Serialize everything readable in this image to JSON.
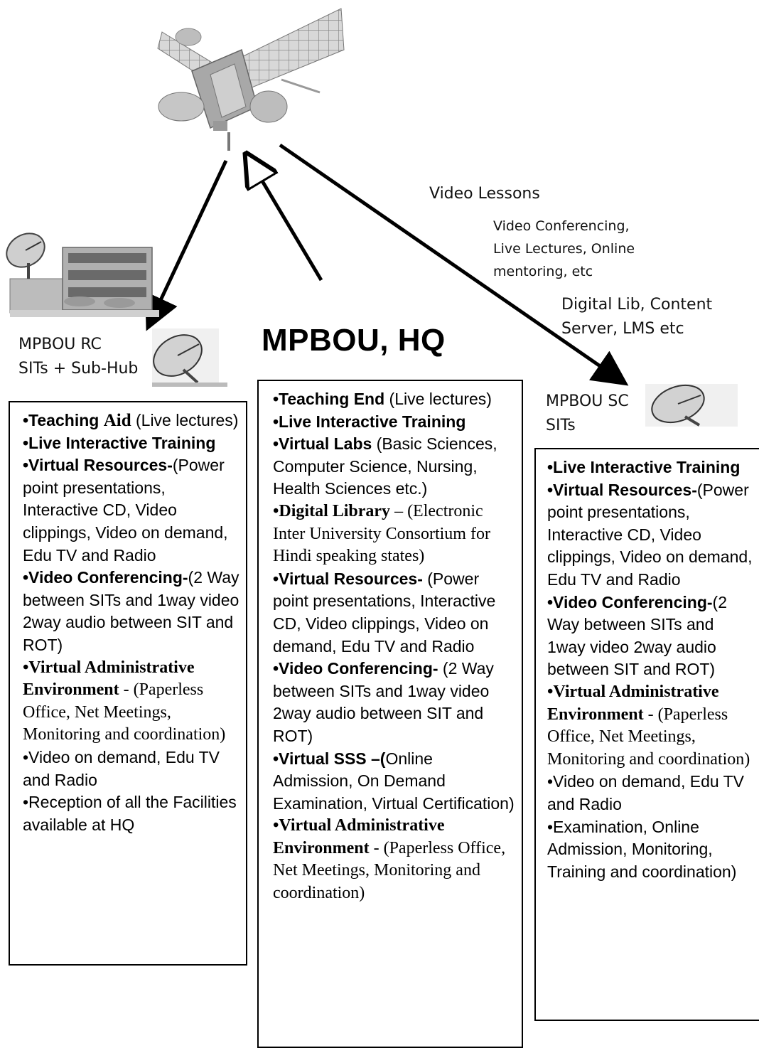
{
  "labels": {
    "hq_title": "MPBOU, HQ",
    "rc_line1": "MPBOU RC",
    "rc_line2": "SITs + Sub-Hub",
    "sc_line1": "MPBOU SC",
    "sc_line2": "SITs",
    "video_lessons": "Video Lessons",
    "vc_line1": "Video Conferencing,",
    "vc_line2": "Live Lectures, Online",
    "vc_line3": "mentoring, etc",
    "dl_line1": "Digital Lib, Content",
    "dl_line2": "Server, LMS etc"
  },
  "icons": [
    "satellite-icon",
    "dish-antenna-icon",
    "building-icon"
  ],
  "colors": {
    "ink": "#000000",
    "gray": "#8a8a8a",
    "light_gray": "#c8c8c8"
  },
  "rc_items": [
    {
      "h": "•Teaching  ",
      "b": "",
      "t": ""
    },
    {
      "h": "•Live Interactive Training",
      "t": ""
    },
    {
      "h": "•Virtual Resources-",
      "t": "(Power point presentations, Interactive CD, Video clippings, Video on demand,  Edu TV and Radio"
    },
    {
      "h": "•Video Conferencing-",
      "t": "(2 Way between SITs and 1way video 2way audio between SIT and ROT)"
    },
    {
      "h": "•Virtual Administrative Environment",
      "t": " - (Paperless Office, Net Meetings, Monitoring and coordination)",
      "serif": true
    },
    {
      "h": "",
      "t": "•Video on demand,  Edu TV and Radio"
    },
    {
      "h": "",
      "t": "•Reception of all the Facilities available at HQ"
    }
  ],
  "rc_first": {
    "bold1": "•Teaching ",
    "bold2": "Aid",
    "rest": " (Live lectures)"
  },
  "hq_items": [
    {
      "h": "•Teaching End",
      "t": "  (Live lectures)"
    },
    {
      "h": "•Live Interactive Training",
      "t": ""
    },
    {
      "h": "•Virtual Labs",
      "t": "  (Basic Sciences, Computer Science, Nursing, Health Sciences etc.)"
    },
    {
      "h": "•Digital Library",
      "t": "  – (Electronic Inter University Consortium for Hindi speaking states)",
      "serif": true
    },
    {
      "h": "•Virtual Resources-",
      "t": "  (Power point presentations, Interactive CD, Video clippings, Video on demand, Edu TV and Radio"
    },
    {
      "h": "•Video Conferencing-",
      "t": "  (2 Way between SITs and 1way video 2way audio between SIT and ROT)"
    },
    {
      "h": "•Virtual SSS –(",
      "t": "Online Admission, On Demand Examination, Virtual Certification)"
    },
    {
      "h": "•Virtual Administrative Environment",
      "t": " - (Paperless Office, Net Meetings, Monitoring and coordination)",
      "serif": true
    }
  ],
  "sc_items": [
    {
      "h": "•Live Interactive Training",
      "t": ""
    },
    {
      "h": "•Virtual Resources-",
      "t": "(Power point presentations, Interactive CD, Video clippings, Video on demand, Edu TV and Radio"
    },
    {
      "h": "•Video Conferencing-",
      "t": "(2 Way between SITs and 1way video 2way audio between SIT and ROT)"
    },
    {
      "h": "•Virtual Administrative Environment",
      "t": " - (Paperless Office, Net Meetings, Monitoring and coordination)",
      "serif": true
    },
    {
      "h": "",
      "t": "•Video on demand,  Edu TV and Radio"
    },
    {
      "h": "",
      "t": "•Examination, Online Admission, Monitoring, Training and coordination)"
    }
  ]
}
